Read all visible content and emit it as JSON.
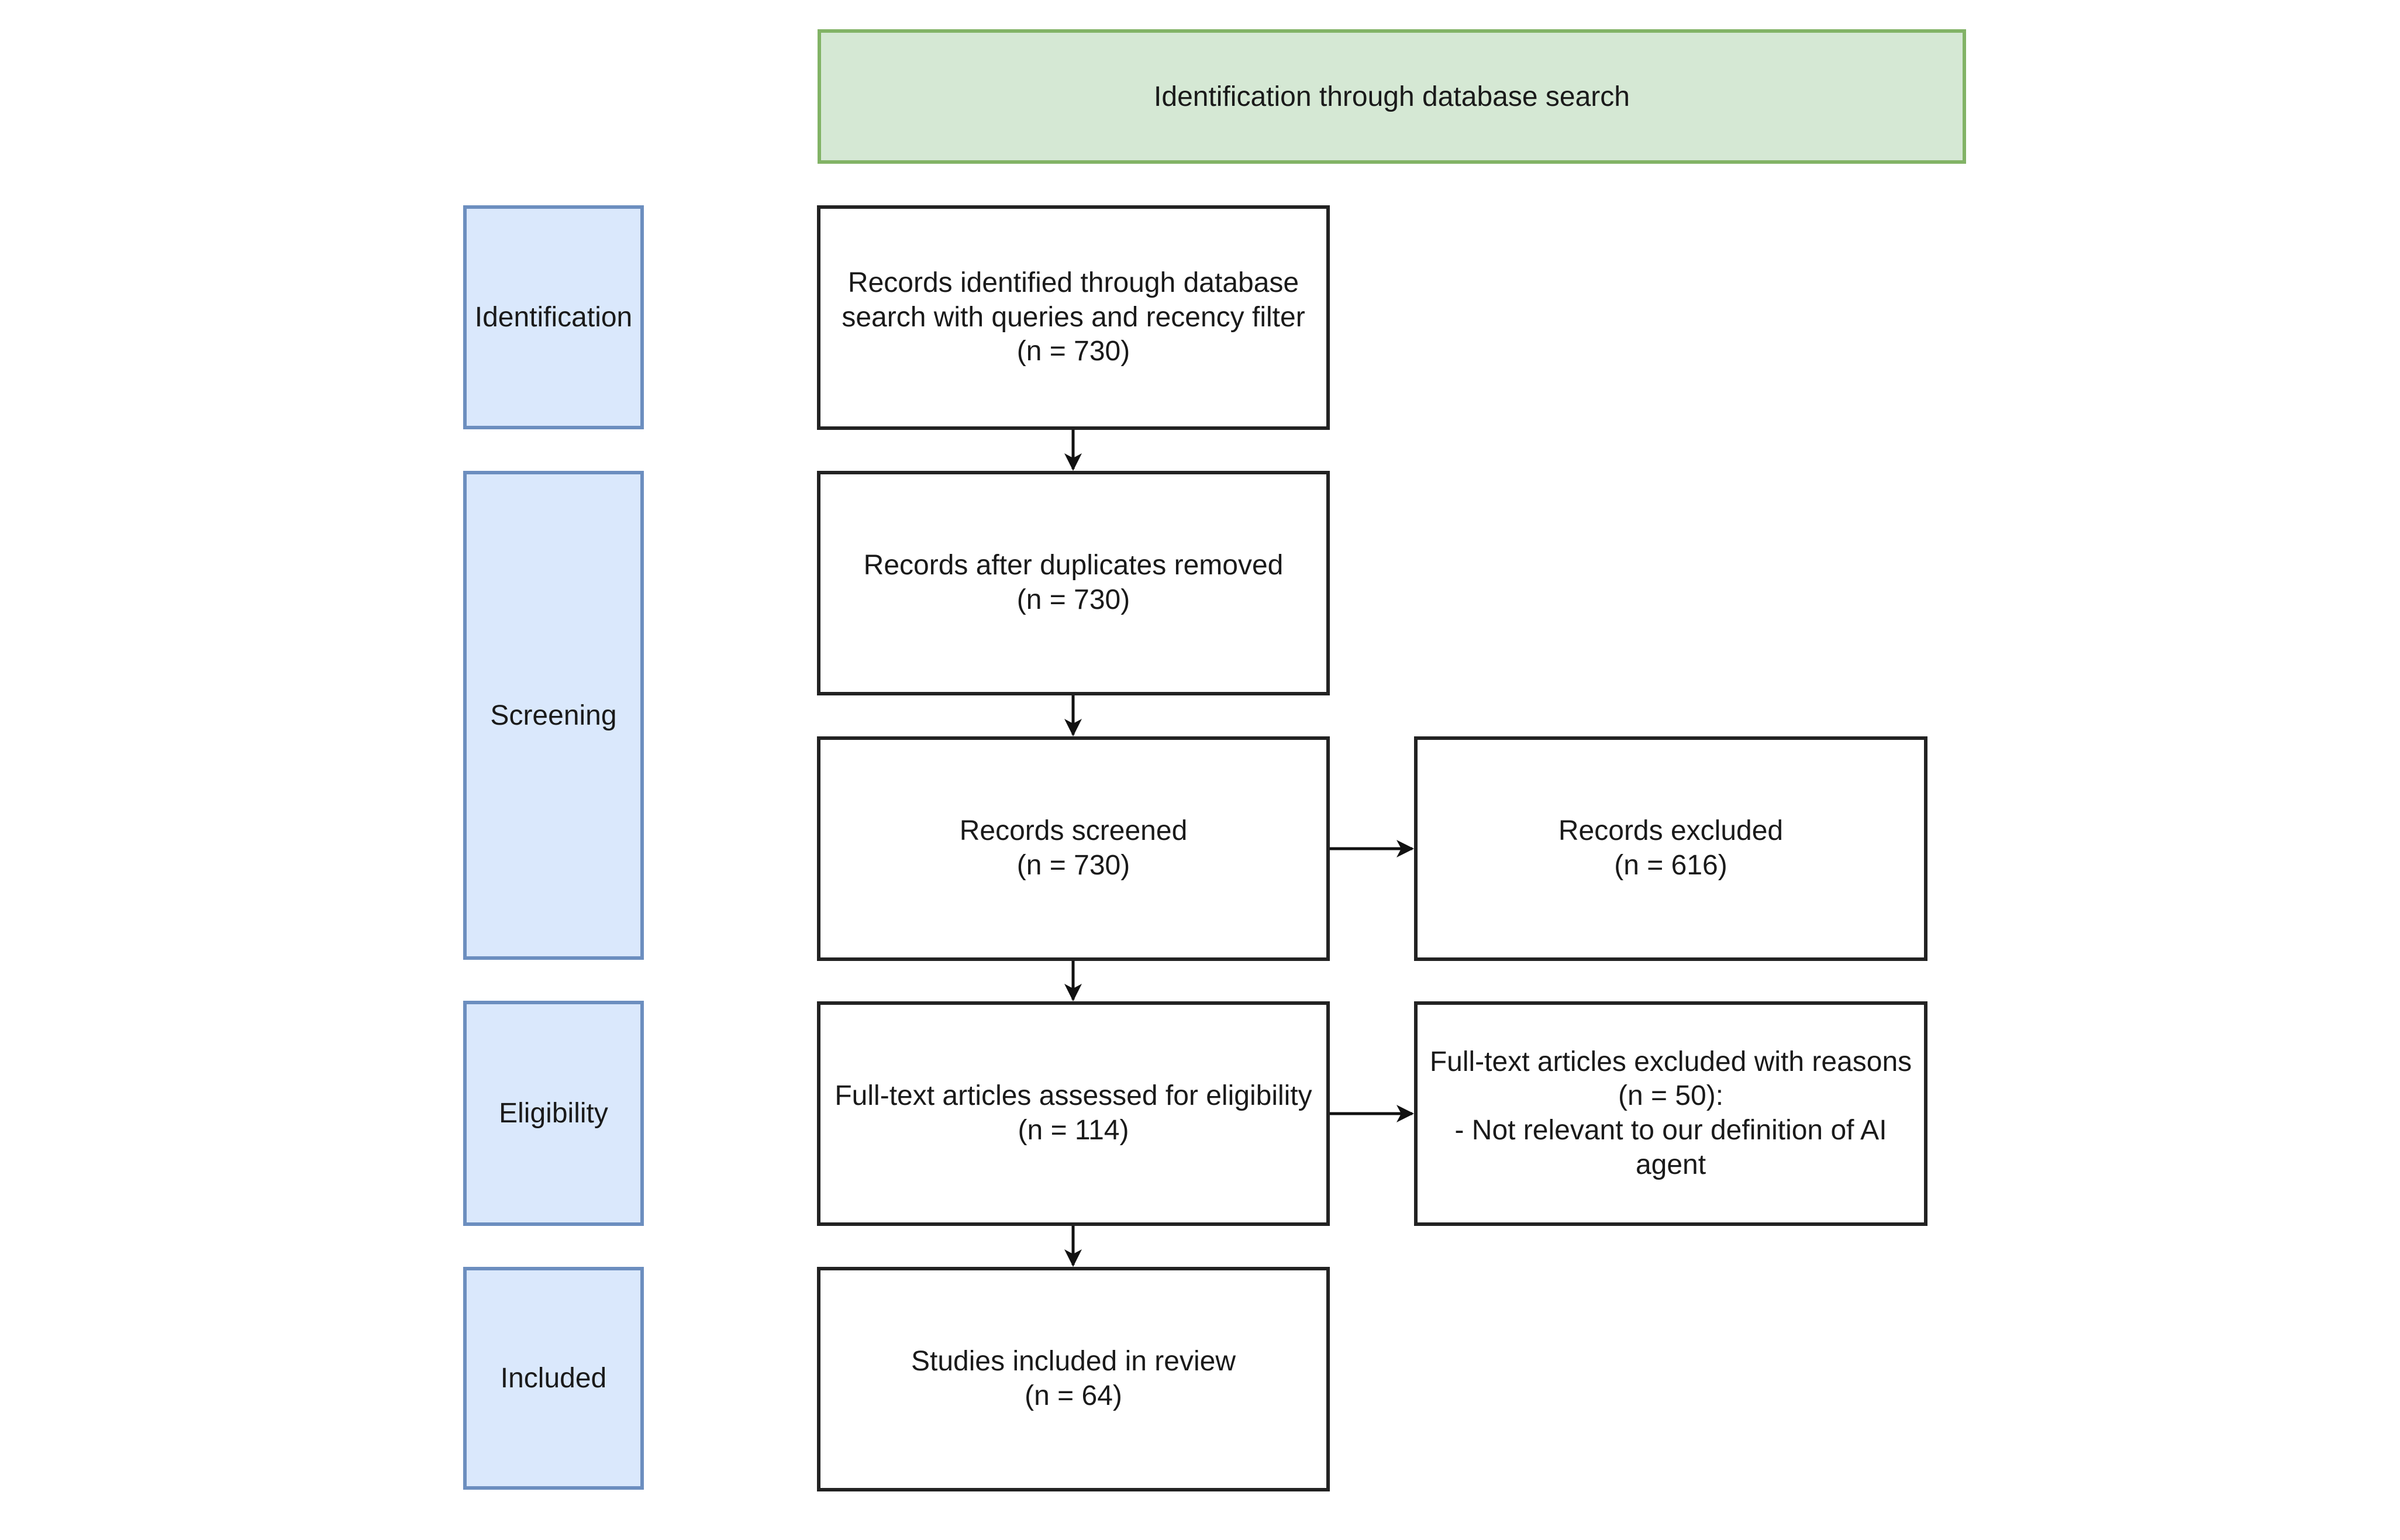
{
  "header": {
    "title": "Identification through database search"
  },
  "phases": {
    "identification": "Identification",
    "screening": "Screening",
    "eligibility": "Eligibility",
    "included": "Included"
  },
  "boxes": {
    "identified": {
      "line1": "Records identified through database",
      "line2": "search with queries and recency filter",
      "count": "(n = 730)"
    },
    "dedup": {
      "line1": "Records after duplicates removed",
      "count": "(n = 730)"
    },
    "screened": {
      "line1": "Records screened",
      "count": "(n = 730)"
    },
    "excluded": {
      "line1": "Records excluded",
      "count": "(n = 616)"
    },
    "fulltext": {
      "line1": "Full-text articles assessed for eligibility",
      "count": "(n = 114)"
    },
    "fulltext_excluded": {
      "line1": "Full-text articles excluded with reasons",
      "count": "(n = 50):",
      "reason1": "- Not relevant to our definition of AI",
      "reason2": "agent"
    },
    "included": {
      "line1": "Studies included in review",
      "count": "(n = 64)"
    }
  },
  "colors": {
    "header_fill": "#d5e8d4",
    "header_border": "#82b366",
    "phase_fill": "#dae8fc",
    "phase_border": "#6c8ebf",
    "box_border": "#222222",
    "arrow": "#111111"
  }
}
